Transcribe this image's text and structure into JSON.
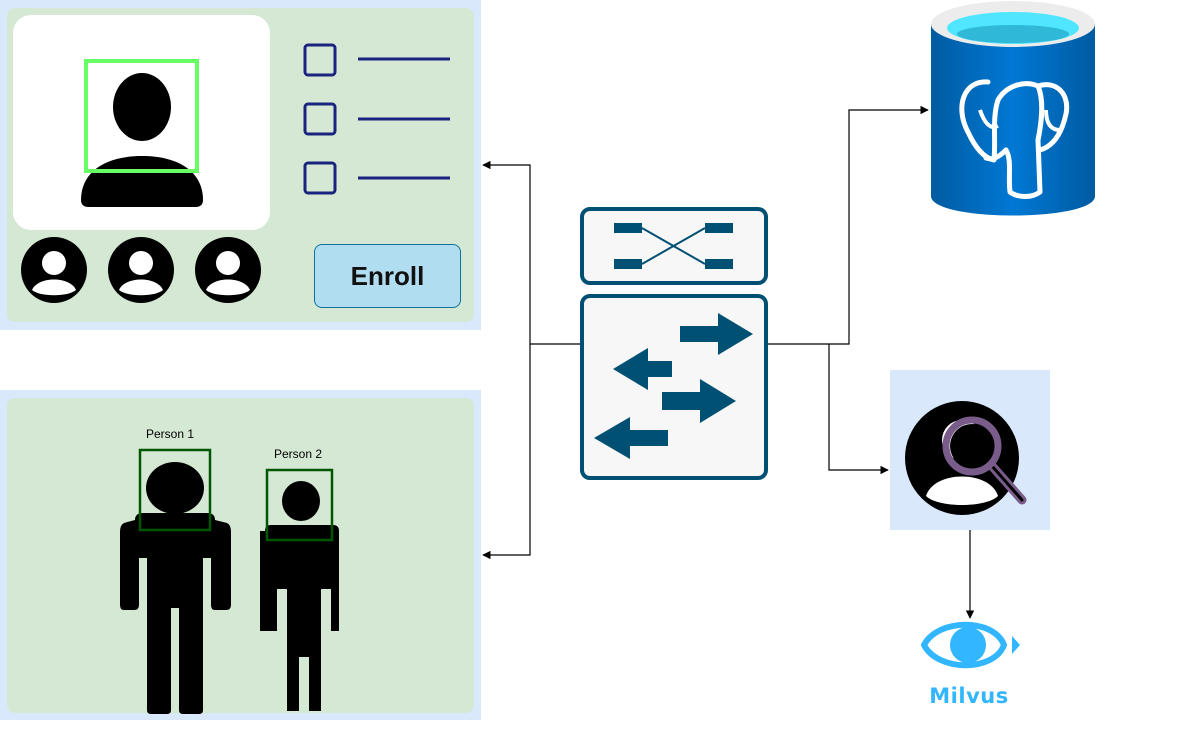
{
  "enroll_panel": {
    "enroll_button_label": "Enroll",
    "checklist_items": 3
  },
  "detection_panel": {
    "person1_label": "Person 1",
    "person2_label": "Person 2"
  },
  "milvus": {
    "label": "Milvus"
  },
  "icons": {
    "switch": "network-switch-icon",
    "database": "postgresql-database-icon",
    "search": "face-search-icon",
    "vector_db": "milvus-eye-logo"
  },
  "colors": {
    "panel_border": "#dae8fc",
    "panel_fill": "#d5e8d4",
    "face_box": "#66ff66",
    "person_box": "#005700",
    "switch": "#005073",
    "postgres_blue": "#0063b1",
    "milvus_blue": "#31b6ff",
    "enroll_fill": "#b1ddf0"
  }
}
